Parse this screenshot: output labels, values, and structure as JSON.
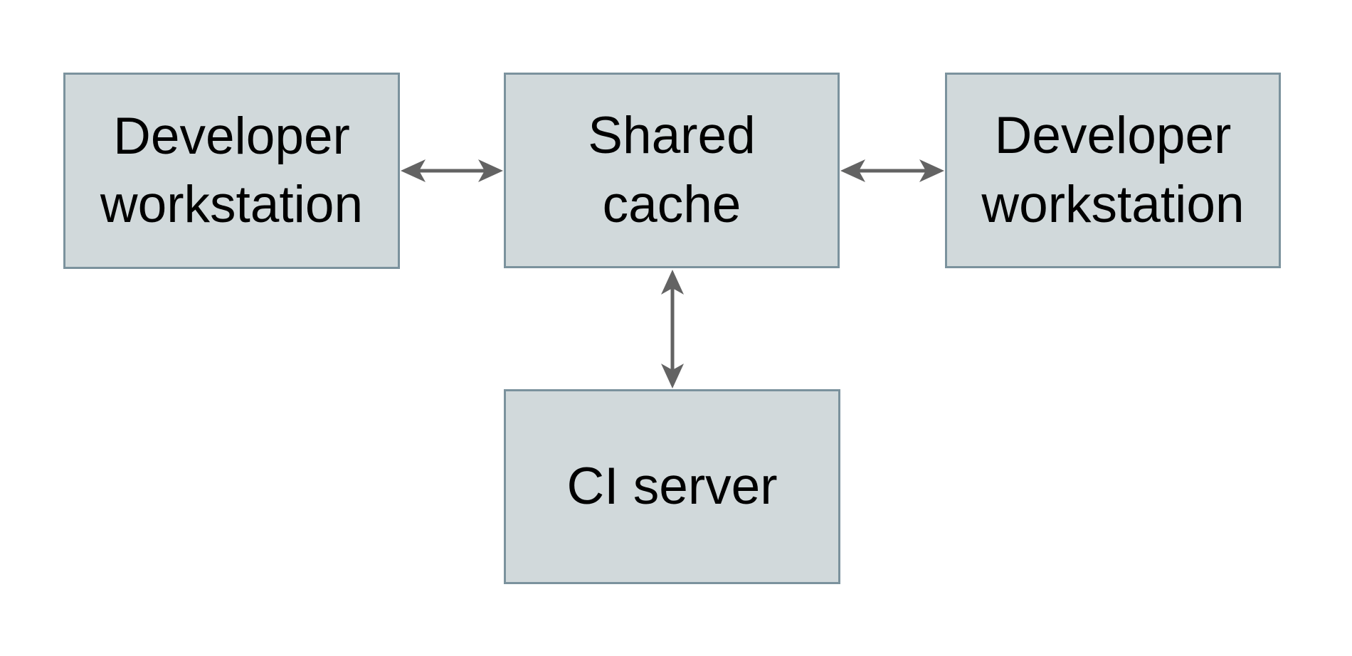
{
  "diagram": {
    "colors": {
      "background": "#ffffff",
      "node_fill": "#d1d9db",
      "node_border": "#7b929d",
      "arrow": "#636363",
      "text": "#000000"
    },
    "nodes": [
      {
        "id": "developer-workstation-left",
        "label": "Developer workstation",
        "line1": "Developer",
        "line2": "workstation"
      },
      {
        "id": "shared-cache",
        "label": "Shared cache",
        "line1": "Shared",
        "line2": "cache"
      },
      {
        "id": "developer-workstation-right",
        "label": "Developer workstation",
        "line1": "Developer",
        "line2": "workstation"
      },
      {
        "id": "ci-server",
        "label": "CI server",
        "line1": "CI server"
      }
    ],
    "edges": [
      {
        "from": "developer-workstation-left",
        "to": "shared-cache",
        "direction": "bidirectional"
      },
      {
        "from": "shared-cache",
        "to": "developer-workstation-right",
        "direction": "bidirectional"
      },
      {
        "from": "shared-cache",
        "to": "ci-server",
        "direction": "bidirectional"
      }
    ]
  }
}
